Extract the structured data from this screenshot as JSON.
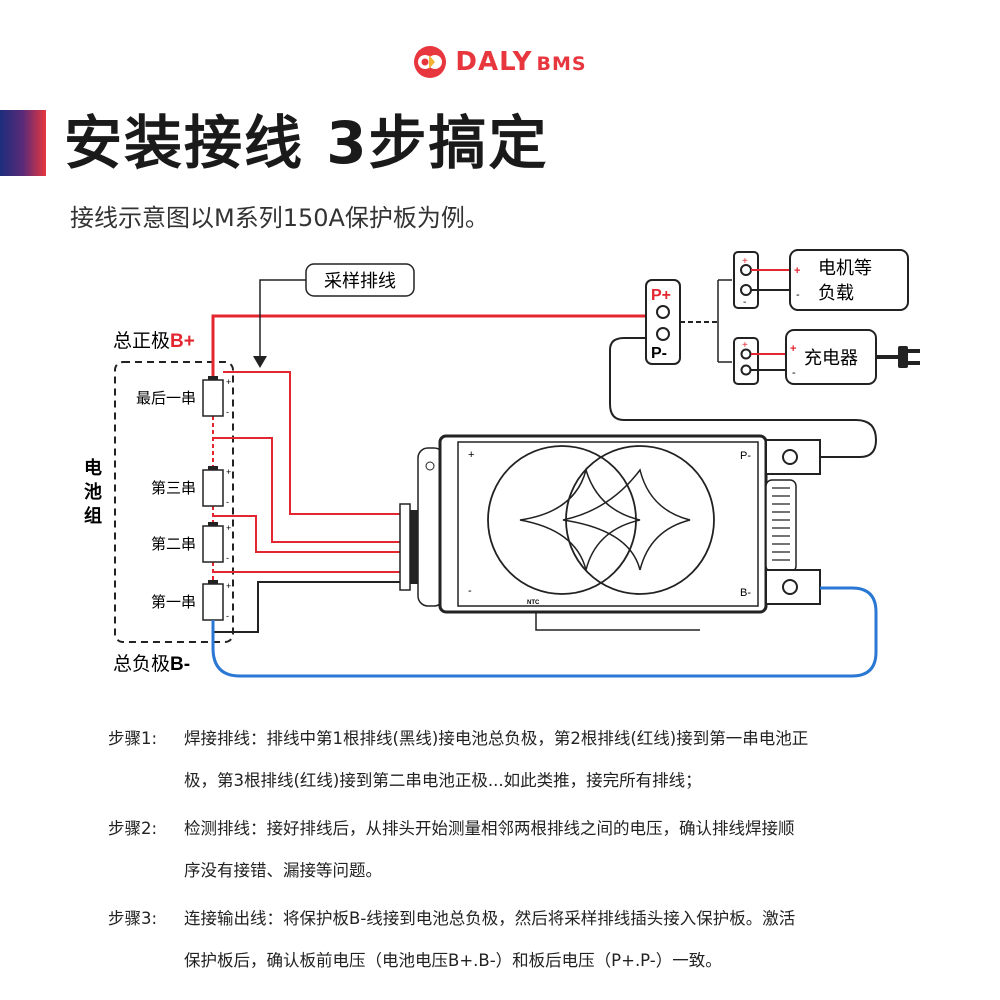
{
  "brand": {
    "name": "DALY",
    "suffix": "BMS",
    "color": "#e8363f"
  },
  "title": "安装接线 3步搞定",
  "subtitle": "接线示意图以M系列150A保护板为例。",
  "diagram": {
    "sampling_cable_label": "采样排线",
    "battery_pack_label": "电池组",
    "total_positive": {
      "text": "总正极",
      "pole": "B+"
    },
    "total_negative": {
      "text": "总负极",
      "pole": "B-"
    },
    "cells": [
      "最后一串",
      "第三串",
      "第二串",
      "第一串"
    ],
    "cell_plus": "+",
    "cell_minus": "-",
    "p_plus": "P+",
    "p_minus": "P-",
    "load_label": [
      "电机等",
      "负载"
    ],
    "charger_label": "充电器",
    "board": {
      "p_minus": "P-",
      "b_minus": "B-",
      "plus": "+",
      "minus": "-",
      "ntc": "NTC"
    },
    "colors": {
      "red_wire": "#e3262f",
      "blue_wire": "#2a77d4",
      "black_wire": "#222222"
    }
  },
  "steps": [
    {
      "label": "步骤1:",
      "line1": "焊接排线：排线中第1根排线(黑线)接电池总负极，第2根排线(红线)接到第一串电池正",
      "line2": "极，第3根排线(红线)接到第二串电池正极...如此类推，接完所有排线；"
    },
    {
      "label": "步骤2:",
      "line1": "检测排线：接好排线后，从排头开始测量相邻两根排线之间的电压，确认排线焊接顺",
      "line2": "序没有接错、漏接等问题。"
    },
    {
      "label": "步骤3:",
      "line1": "连接输出线：将保护板B-线接到电池总负极，然后将采样排线插头接入保护板。激活",
      "line2": "保护板后，确认板前电压（电池电压B+.B-）和板后电压（P+.P-）一致。"
    }
  ]
}
